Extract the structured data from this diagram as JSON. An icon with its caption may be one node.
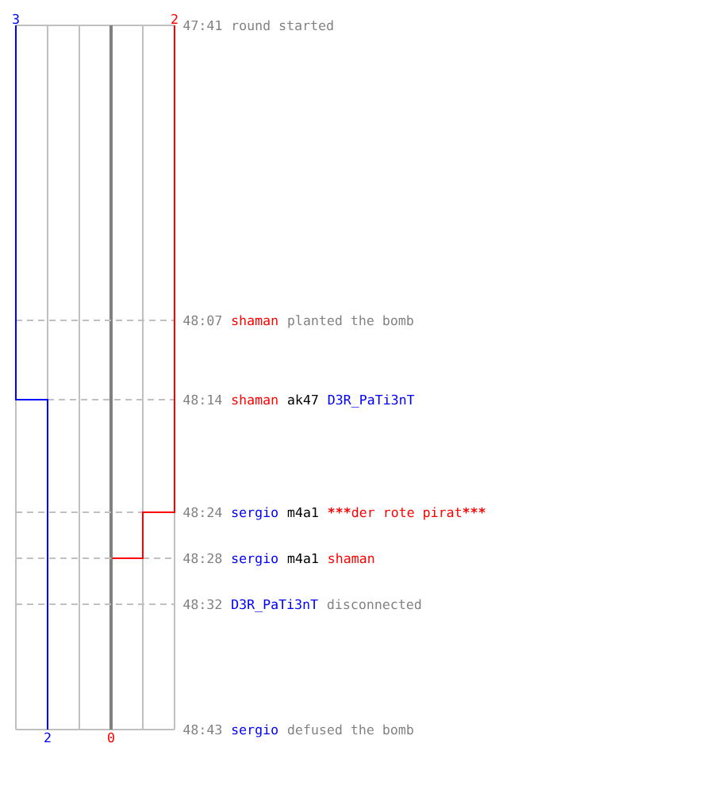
{
  "diagram": {
    "labels": [
      "3",
      "2",
      "47:41",
      "round started",
      "48:07",
      "shaman",
      "planted the bomb",
      "48:14",
      "shaman",
      "ak47",
      "D3R_PaTi3nT",
      "48:24",
      "sergio",
      "m4a1",
      "***************der rote pirat***************",
      "48:28",
      "sergio",
      "m4a1",
      "shaman",
      "48:32",
      "D3R_PaTi3nT",
      "disconnected",
      "2",
      "0",
      "48:43",
      "sergio",
      "defused the bomb"
    ]
  }
}
